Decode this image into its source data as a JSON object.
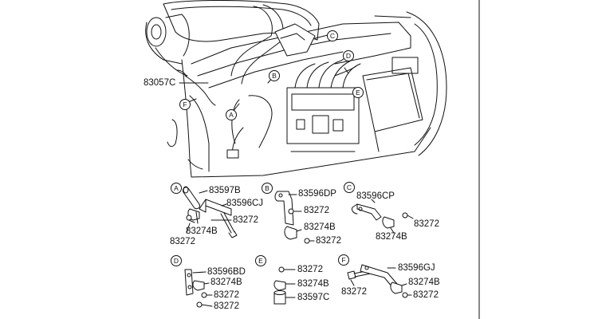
{
  "engine": {
    "labels": [
      {
        "text": "83057C"
      }
    ],
    "callouts": [
      {
        "letter": "A"
      },
      {
        "letter": "B"
      },
      {
        "letter": "C"
      },
      {
        "letter": "D"
      },
      {
        "letter": "E"
      },
      {
        "letter": "F"
      }
    ]
  },
  "groups": [
    {
      "letter": "A",
      "parts": [
        "83597B",
        "83596CJ",
        "83272",
        "83274B",
        "83272"
      ]
    },
    {
      "letter": "B",
      "parts": [
        "83596DP",
        "83272",
        "83274B",
        "83272"
      ]
    },
    {
      "letter": "C",
      "parts": [
        "83596CP",
        "83272",
        "83274B"
      ]
    },
    {
      "letter": "D",
      "parts": [
        "83596BD",
        "83274B",
        "83272",
        "83272"
      ]
    },
    {
      "letter": "E",
      "parts": [
        "83272",
        "83274B",
        "83597C"
      ]
    },
    {
      "letter": "F",
      "parts": [
        "83596GJ",
        "83274B",
        "83272",
        "83272"
      ]
    }
  ]
}
